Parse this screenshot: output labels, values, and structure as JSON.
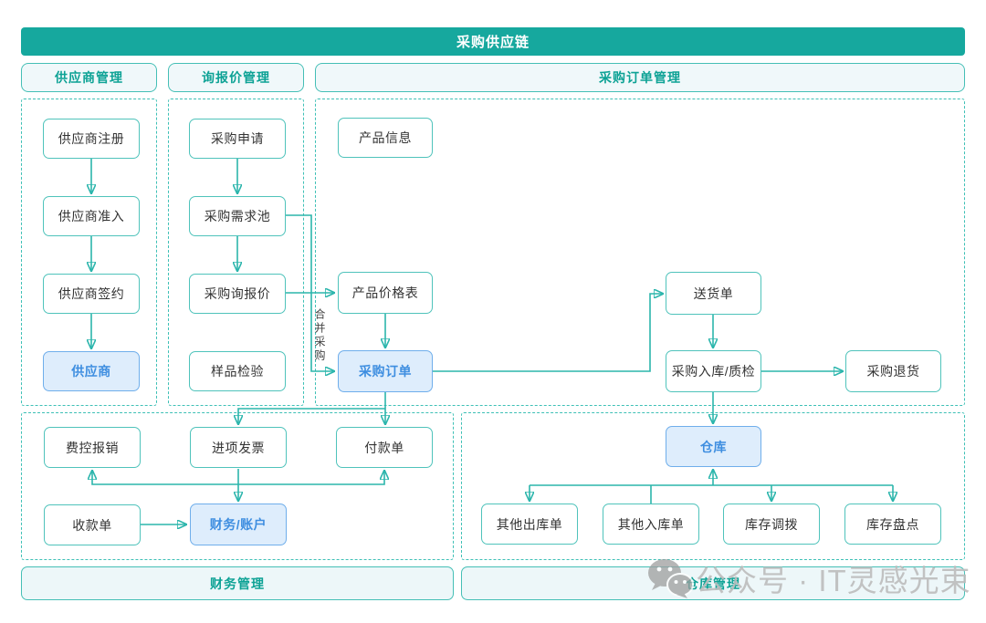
{
  "banner": {
    "title": "采购供应链"
  },
  "section_headers": {
    "supplier": "供应商管理",
    "inquiry": "询报价管理",
    "purchase": "采购订单管理"
  },
  "footer_bars": {
    "finance": "财务管理",
    "warehouse": "仓库管理"
  },
  "nodes": {
    "supplier_register": "供应商注册",
    "supplier_access": "供应商准入",
    "supplier_sign": "供应商签约",
    "supplier": "供应商",
    "purchase_request": "采购申请",
    "demand_pool": "采购需求池",
    "rfq": "采购询报价",
    "sample_inspection": "样品检验",
    "product_info": "产品信息",
    "price_list": "产品价格表",
    "purchase_order": "采购订单",
    "delivery_note": "送货单",
    "receipt_qc": "采购入库/质检",
    "purchase_return": "采购退货",
    "expense_reimburse": "费控报销",
    "input_invoice": "进项发票",
    "payment_slip": "付款单",
    "receipt_slip": "收款单",
    "finance_account": "财务/账户",
    "warehouse": "仓库",
    "other_outbound": "其他出库单",
    "other_inbound": "其他入库单",
    "stock_transfer": "库存调拨",
    "stock_count": "库存盘点"
  },
  "edge_labels": {
    "merge_purchase": "合并采购"
  },
  "watermark": {
    "icon": "wechat-icon",
    "text": "公众号 · IT灵感光束"
  },
  "colors": {
    "banner_teal": "#16A89E",
    "teal_border": "#45BFB6",
    "teal_text": "#0DA295",
    "dashed_border": "#3EC0B6",
    "box_border": "#4FC3BB",
    "box_text": "#333333",
    "highlight_bg": "#DEEDFC",
    "highlight_border": "#6FAEEB",
    "highlight_text": "#3E8EE0",
    "arrow": "#2BB5AC",
    "watermark_gray": "#BDBDBD"
  }
}
